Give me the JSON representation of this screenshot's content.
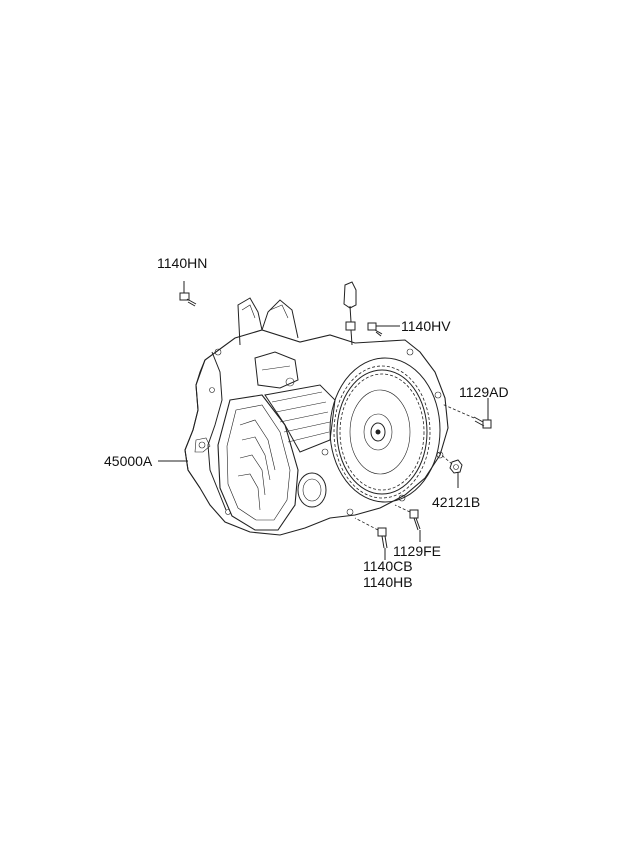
{
  "callouts": {
    "assembly": "45000A",
    "bolt_top": "1140HN",
    "bolt_upper_right": "1140HV",
    "bolt_right": "1129AD",
    "nut_right": "42121B",
    "bolt_lower": "1129FE",
    "bolt_bottom_a": "1140CB",
    "bolt_bottom_b": "1140HB"
  }
}
